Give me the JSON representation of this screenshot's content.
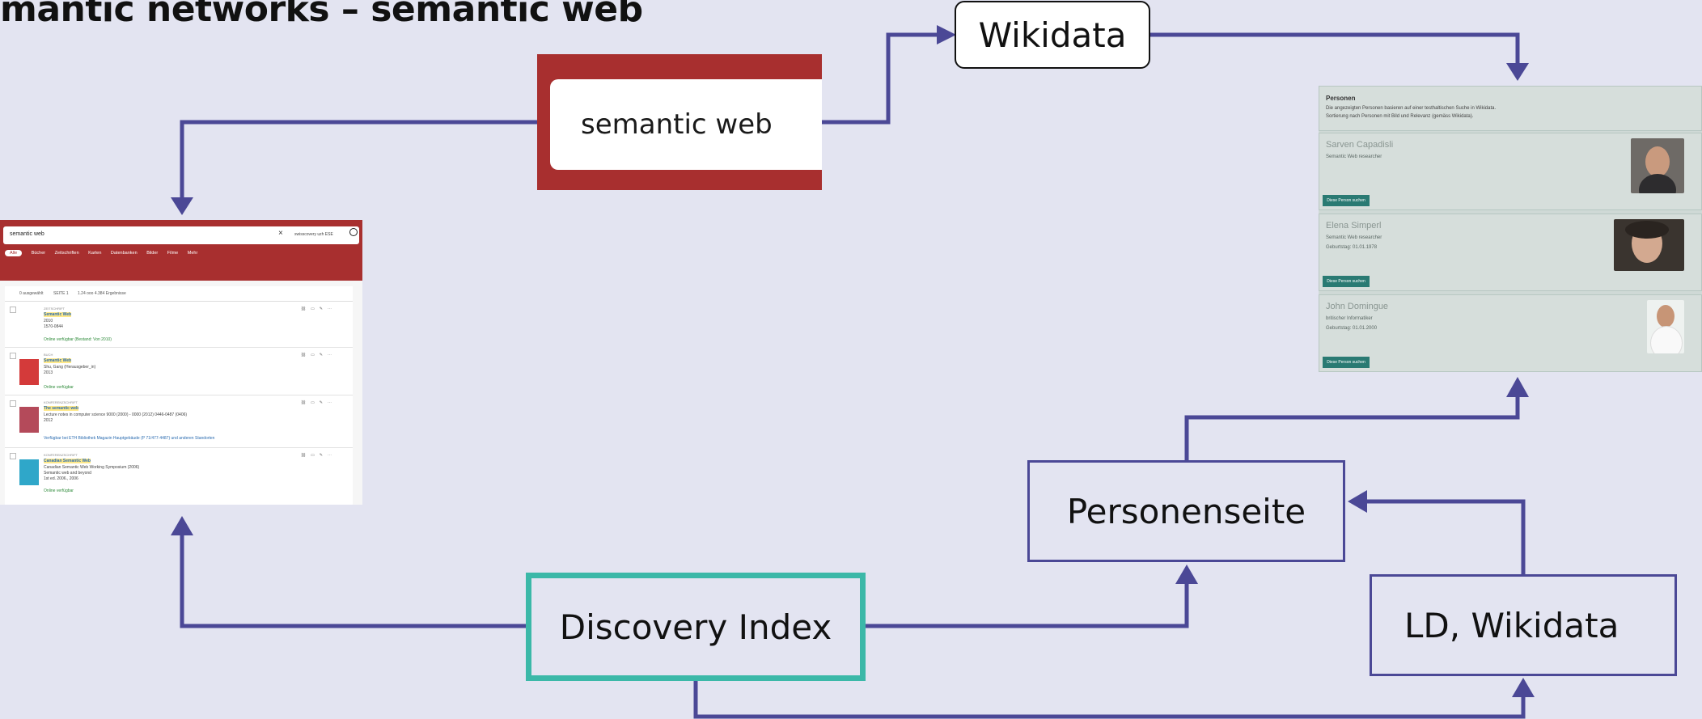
{
  "title": "mantic networks – semantic web",
  "nodes": {
    "wikidata": "Wikidata",
    "search_term": "semantic web",
    "personenseite": "Personenseite",
    "discovery_index": "Discovery Index",
    "ld_wikidata": "LD, Wikidata"
  },
  "colors": {
    "background": "#e3e4f1",
    "arrow": "#4b4896",
    "discovery_border": "#3bb8a8",
    "red": "#a82f2f"
  },
  "search_screenshot": {
    "query": "semantic web",
    "scope": "swisscovery uzh ESE",
    "tabs": [
      "Alle",
      "Bücher",
      "Zeitschriften",
      "Karten",
      "Datenbanken",
      "Bilder",
      "Filme",
      "Mehr"
    ],
    "toolbar": {
      "selected": "0 ausgewählt",
      "pages": "SEITE 1",
      "results": "1.24 ooo 4.384 Ergebnisse"
    },
    "records": [
      {
        "type": "ZEITSCHRIFT",
        "title": "Semantic Web",
        "line1": "2010",
        "line2": "1570-0844",
        "avail": "Online verfügbar (Bestand: Von 2010)"
      },
      {
        "type": "BUCH",
        "title": "Semantic Web",
        "line1": "Shu, Gang (Herausgeber_in)",
        "line2": "2013",
        "avail": "Online verfügbar"
      },
      {
        "type": "KONFERENZSCHRIFT",
        "title": "The semantic web",
        "line1": "Lecture notes in computer science 9000 (2000) - 0000 (2012) 0446-0487 (0406)",
        "line2": "2012",
        "avail": "Verfügbar bei ETH Bibliothek Magazin Hauptgebäude (P 71/477-4487) und anderen Standorten"
      },
      {
        "type": "KONFERENZSCHRIFT",
        "title": "Canadian Semantic Web",
        "line1": "Canadian Semantic Web Working Symposium (2006)",
        "line2": "Semantic web and beyond",
        "line3": "1st ed. 2006., 2006",
        "avail": "Online verfügbar"
      }
    ]
  },
  "persons_panel": {
    "heading": "Personen",
    "desc1": "Die angezeigten Personen basieren auf einer testhaltischen Suche in Wikidata.",
    "desc2": "Sortierung nach Personen mit Bild und Relevanz (gemäss Wikidata).",
    "people": [
      {
        "name": "Sarven Capadisli",
        "role": "Semantic Web researcher",
        "extra": "",
        "button": "Diese Person suchen"
      },
      {
        "name": "Elena Simperl",
        "role": "Semantic Web researcher",
        "extra": "Geburtstag: 01.01.1978",
        "button": "Diese Person suchen"
      },
      {
        "name": "John Domingue",
        "role": "britischer Informatiker",
        "extra": "Geburtstag: 01.01.2000",
        "button": "Diese Person suchen"
      }
    ]
  }
}
